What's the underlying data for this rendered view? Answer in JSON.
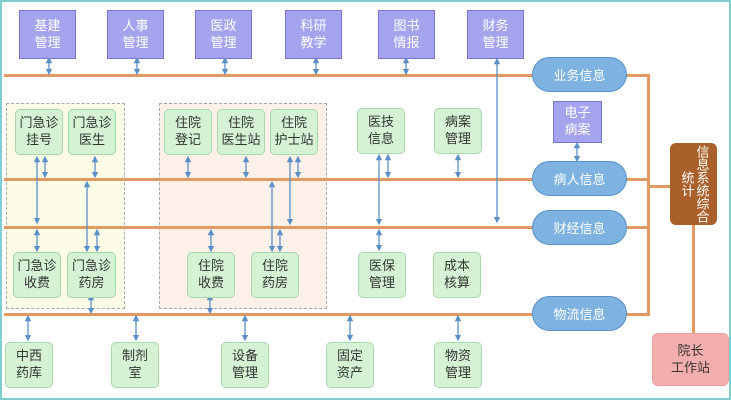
{
  "diagram": {
    "title": "",
    "colors": {
      "border": "#7fcfd0",
      "bus_line": "#e29a62",
      "connector": "#5b8fc7",
      "admin_box": "#a3a3ee",
      "module_box": "#d5f2d5",
      "info_pill": "#7eb2e0",
      "statistics_box": "#a9602a",
      "director_box": "#f5aeae",
      "outpatient_group": "#fbfbe6",
      "inpatient_group": "#fdf0e8"
    },
    "top_boxes": [
      {
        "id": "infrastructure",
        "label": "基建\n管理"
      },
      {
        "id": "hr",
        "label": "人事\n管理"
      },
      {
        "id": "medical-admin",
        "label": "医政\n管理"
      },
      {
        "id": "research",
        "label": "科研\n教学"
      },
      {
        "id": "library",
        "label": "图书\n情报"
      },
      {
        "id": "finance",
        "label": "财务\n管理"
      }
    ],
    "outpatient_group": {
      "modules": [
        {
          "id": "op-registration",
          "label": "门急诊\n挂号"
        },
        {
          "id": "op-doctor",
          "label": "门急诊\n医生"
        },
        {
          "id": "op-billing",
          "label": "门急诊\n收费"
        },
        {
          "id": "op-pharmacy",
          "label": "门急诊\n药房"
        }
      ]
    },
    "inpatient_group": {
      "modules": [
        {
          "id": "ip-admission",
          "label": "住院\n登记"
        },
        {
          "id": "ip-doctor",
          "label": "住院\n医生站"
        },
        {
          "id": "ip-nurse",
          "label": "住院\n护士站"
        },
        {
          "id": "ip-billing",
          "label": "住院\n收费"
        },
        {
          "id": "ip-pharmacy",
          "label": "住院\n药房"
        }
      ]
    },
    "middle_modules": [
      {
        "id": "medtech",
        "label": "医技\n信息"
      },
      {
        "id": "records",
        "label": "病案\n管理"
      },
      {
        "id": "insurance",
        "label": "医保\n管理"
      },
      {
        "id": "costing",
        "label": "成本\n核算"
      }
    ],
    "bottom_boxes": [
      {
        "id": "drug-store",
        "label": "中西\n药库"
      },
      {
        "id": "preparation",
        "label": "制剂\n室"
      },
      {
        "id": "equipment",
        "label": "设备\n管理"
      },
      {
        "id": "fixed-assets",
        "label": "固定\n资产"
      },
      {
        "id": "materials",
        "label": "物资\n管理"
      }
    ],
    "info_buses": [
      {
        "id": "business",
        "label": "业务信息"
      },
      {
        "id": "patient",
        "label": "病人信息"
      },
      {
        "id": "finance",
        "label": "财经信息"
      },
      {
        "id": "logistics",
        "label": "物流信息"
      }
    ],
    "emr_box": {
      "label": "电子\n病案"
    },
    "statistics_box": {
      "label": "信息系统综合统计"
    },
    "director_box": {
      "label": "院长\n工作站"
    }
  }
}
